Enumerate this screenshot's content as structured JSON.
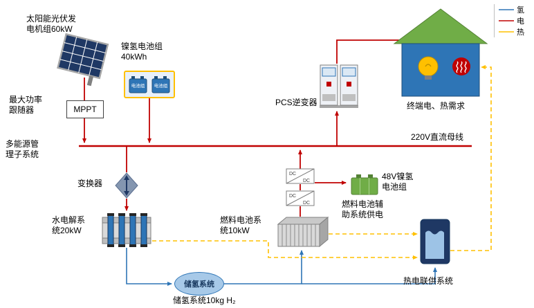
{
  "legend": {
    "hydrogen": "氢",
    "electric": "电",
    "heat": "热"
  },
  "colors": {
    "hydrogen": "#2E75B6",
    "electric": "#C00000",
    "heat": "#FFC000"
  },
  "nodes": {
    "solar": {
      "line1": "太阳能光伏发",
      "line2": "电机组60kW"
    },
    "nimh": {
      "line1": "镍氢电池组",
      "line2": "40kWh"
    },
    "battery_cell": "电池组",
    "mppt": {
      "box": "MPPT",
      "line1": "最大功率",
      "line2": "跟随器"
    },
    "ems": {
      "line1": "多能源管",
      "line2": "理子系统"
    },
    "bus": "220V直流母线",
    "pcs": "PCS逆变器",
    "house": "终端电、热需求",
    "converter": "变换器",
    "electrolyzer": {
      "line1": "水电解系",
      "line2": "统20kW"
    },
    "fuelcell": {
      "line1": "燃料电池系",
      "line2": "统10kW"
    },
    "dcdc": {
      "top": "DC",
      "bottom": "DC"
    },
    "battery48": {
      "line1": "48V镍氢",
      "line2": "电池组"
    },
    "fc_aux": {
      "line1": "燃料电池辅",
      "line2": "助系统供电"
    },
    "storage": {
      "ellipse": "储氢系统",
      "caption": "储氢系统10kg H₂"
    },
    "chp": "热电联供系统"
  }
}
